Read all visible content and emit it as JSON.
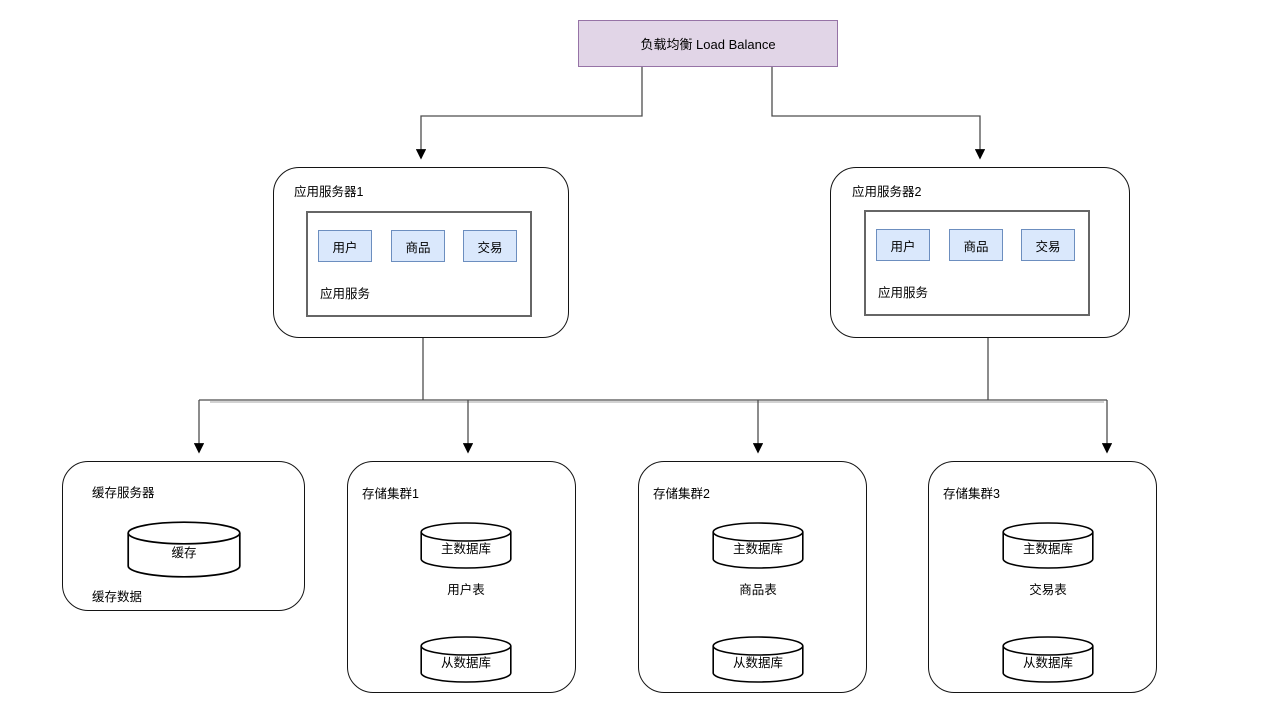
{
  "diagram": {
    "title": "负载均衡 Load Balance",
    "load_balancer": {
      "label": "负载均衡 Load Balance"
    },
    "app_servers": [
      {
        "name": "应用服务器1",
        "service_group": {
          "label": "应用服务",
          "modules": [
            "用户",
            "商品",
            "交易"
          ]
        }
      },
      {
        "name": "应用服务器2",
        "service_group": {
          "label": "应用服务",
          "modules": [
            "用户",
            "商品",
            "交易"
          ]
        }
      }
    ],
    "cache_server": {
      "name": "缓存服务器",
      "cylinder": "缓存",
      "note": "缓存数据"
    },
    "storage_clusters": [
      {
        "name": "存储集群1",
        "master": "主数据库",
        "slave": "从数据库",
        "table": "用户表"
      },
      {
        "name": "存储集群2",
        "master": "主数据库",
        "slave": "从数据库",
        "table": "商品表"
      },
      {
        "name": "存储集群3",
        "master": "主数据库",
        "slave": "从数据库",
        "table": "交易表"
      }
    ],
    "colors": {
      "lb_fill": "#e1d5e7",
      "lb_border": "#9673a6",
      "module_fill": "#dae8fc",
      "module_border": "#6c8ebf",
      "inner_border": "#666666",
      "shape_border": "#141414",
      "connector": "#4d4d4d"
    }
  }
}
